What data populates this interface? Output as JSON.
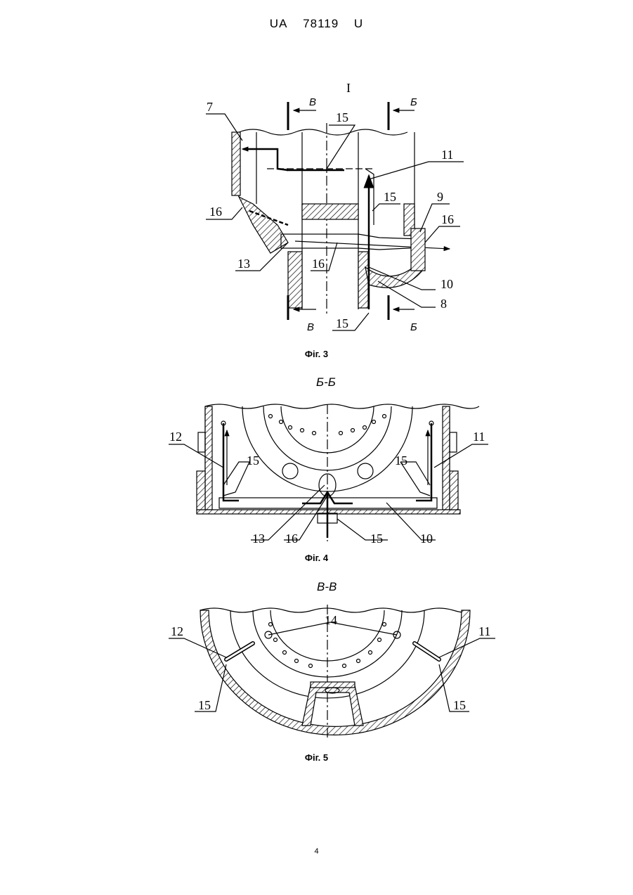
{
  "header": {
    "office": "UA",
    "number": "78119",
    "kind": "U"
  },
  "page_number": "4",
  "fig3": {
    "caption": "Фіг. 3",
    "detail": "I",
    "section_marks": {
      "v": "В",
      "b": "Б"
    },
    "labels": {
      "n7": "7",
      "n15a": "15",
      "n11": "11",
      "n15b": "15",
      "n9": "9",
      "n16a": "16",
      "n16b": "16",
      "n16c": "16",
      "n13": "13",
      "n10": "10",
      "n8": "8",
      "n15c": "15"
    }
  },
  "fig4": {
    "caption": "Фіг. 4",
    "section": "Б-Б",
    "labels": {
      "n12": "12",
      "n15a": "15",
      "n15b": "15",
      "n11": "11",
      "n13": "13",
      "n16": "16",
      "n15c": "15",
      "n10": "10"
    }
  },
  "fig5": {
    "caption": "Фіг. 5",
    "section": "В-В",
    "labels": {
      "n14": "14",
      "n12": "12",
      "n11": "11",
      "n15a": "15",
      "n15b": "15"
    }
  }
}
